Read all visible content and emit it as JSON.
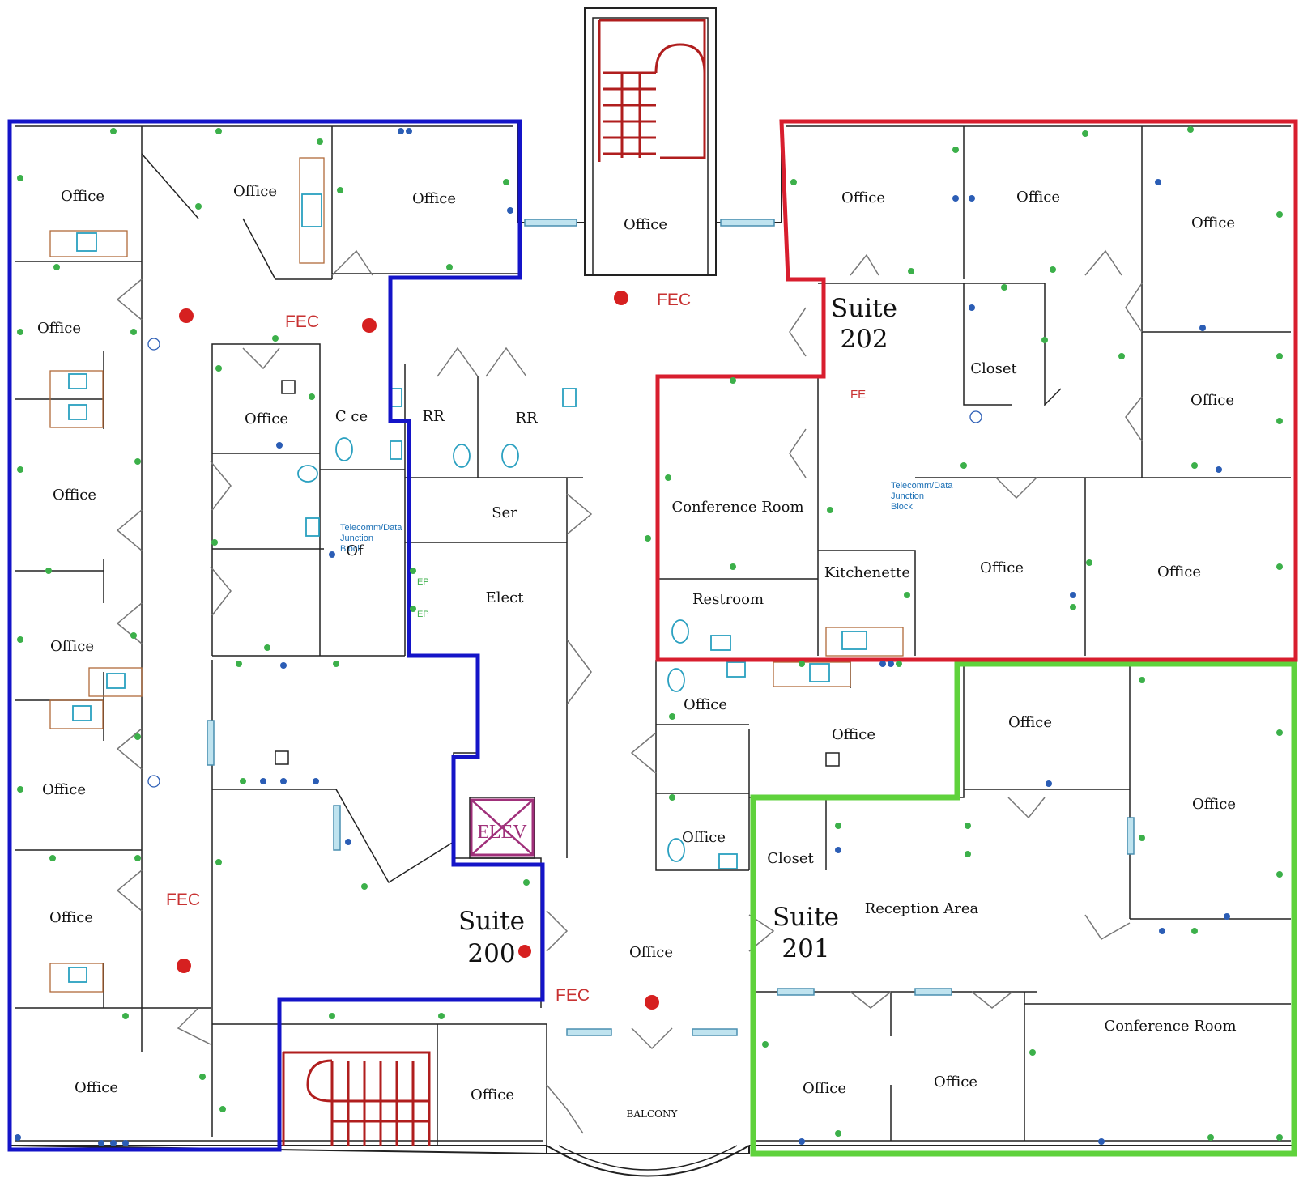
{
  "rooms": {
    "office": "Office",
    "rr": "RR",
    "ser": "Ser",
    "elect": "Elect",
    "of": "Of",
    "c_ce": "C ce",
    "closet": "Closet",
    "conference_room": "Conference Room",
    "restroom": "Restroom",
    "kitchenette": "Kitchenette",
    "reception_area": "Reception Area",
    "balcony": "BALCONY",
    "telecomm_1": "Telecomm/Data",
    "telecomm_2": "Junction",
    "telecomm_3": "Block"
  },
  "suites": {
    "s200_a": "Suite",
    "s200_b": "200",
    "s201_a": "Suite",
    "s201_b": "201",
    "s202_a": "Suite",
    "s202_b": "202"
  },
  "symbols": {
    "fec": "FEC",
    "fe": "FE",
    "elev": "ELEV",
    "ep": "EP"
  },
  "colors": {
    "suite_200": "#1414c8",
    "suite_201": "#5fd23c",
    "suite_202": "#d81e2e",
    "stairs": "#b01e1e",
    "fixtures": "#2aa0c0",
    "outlets": "#3cb04a",
    "elevator": "#a0307a"
  }
}
